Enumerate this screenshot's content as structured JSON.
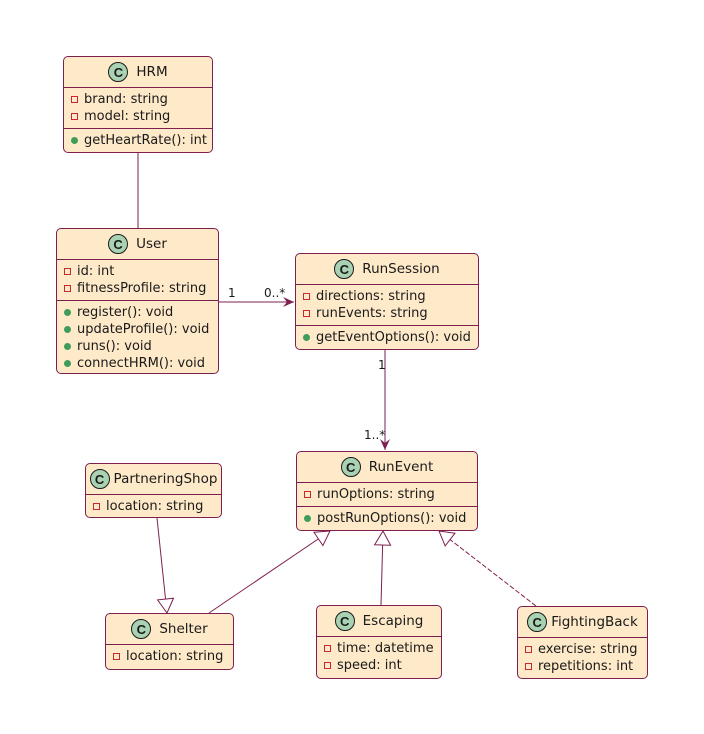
{
  "diagram": {
    "type": "uml-class-diagram",
    "colors": {
      "class_fill": "#fee9c9",
      "class_border": "#7e1f50",
      "class_icon_fill": "#a9d2b3",
      "private_marker": "#c82930",
      "public_marker": "#3f9c5b",
      "edge": "#7e1f50"
    },
    "classes": {
      "hrm": {
        "icon": "C",
        "name": "HRM",
        "attributes": [
          "brand: string",
          "model: string"
        ],
        "methods": [
          "getHeartRate(): int"
        ]
      },
      "user": {
        "icon": "C",
        "name": "User",
        "attributes": [
          "id: int",
          "fitnessProfile: string"
        ],
        "methods": [
          "register(): void",
          "updateProfile(): void",
          "runs(): void",
          "connectHRM(): void"
        ]
      },
      "runsession": {
        "icon": "C",
        "name": "RunSession",
        "attributes": [
          "directions: string",
          "runEvents: string"
        ],
        "methods": [
          "getEventOptions(): void"
        ]
      },
      "runevent": {
        "icon": "C",
        "name": "RunEvent",
        "attributes": [
          "runOptions: string"
        ],
        "methods": [
          "postRunOptions(): void"
        ]
      },
      "partneringshop": {
        "icon": "C",
        "name": "PartneringShop",
        "attributes": [
          "location: string"
        ],
        "methods": []
      },
      "shelter": {
        "icon": "C",
        "name": "Shelter",
        "attributes": [
          "location: string"
        ],
        "methods": []
      },
      "escaping": {
        "icon": "C",
        "name": "Escaping",
        "attributes": [
          "time: datetime",
          "speed: int"
        ],
        "methods": []
      },
      "fightingback": {
        "icon": "C",
        "name": "FightingBack",
        "attributes": [
          "exercise: string",
          "repetitions: int"
        ],
        "methods": []
      }
    },
    "relations": [
      {
        "from": "HRM",
        "to": "User",
        "kind": "association"
      },
      {
        "from": "User",
        "to": "RunSession",
        "kind": "directed-association",
        "from_mult": "1",
        "to_mult": "0..*"
      },
      {
        "from": "RunSession",
        "to": "RunEvent",
        "kind": "directed-association",
        "from_mult": "1",
        "to_mult": "1..*"
      },
      {
        "from": "PartneringShop",
        "to": "Shelter",
        "kind": "generalization"
      },
      {
        "from": "Shelter",
        "to": "RunEvent",
        "kind": "generalization"
      },
      {
        "from": "Escaping",
        "to": "RunEvent",
        "kind": "generalization"
      },
      {
        "from": "FightingBack",
        "to": "RunEvent",
        "kind": "generalization"
      }
    ],
    "multiplicities": {
      "user_runsession_from": "1",
      "user_runsession_to": "0..*",
      "runsession_runevent_from": "1",
      "runsession_runevent_to": "1..*"
    }
  }
}
